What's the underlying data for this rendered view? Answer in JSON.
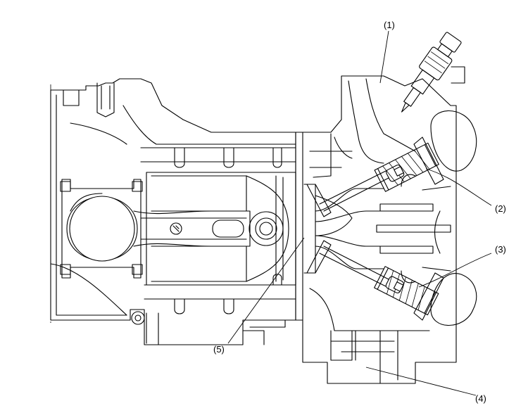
{
  "diagram": {
    "callouts": [
      {
        "id": "1",
        "text": "(1)"
      },
      {
        "id": "2",
        "text": "(2)"
      },
      {
        "id": "3",
        "text": "(3)"
      },
      {
        "id": "4",
        "text": "(4)"
      },
      {
        "id": "5",
        "text": "(5)"
      }
    ]
  }
}
